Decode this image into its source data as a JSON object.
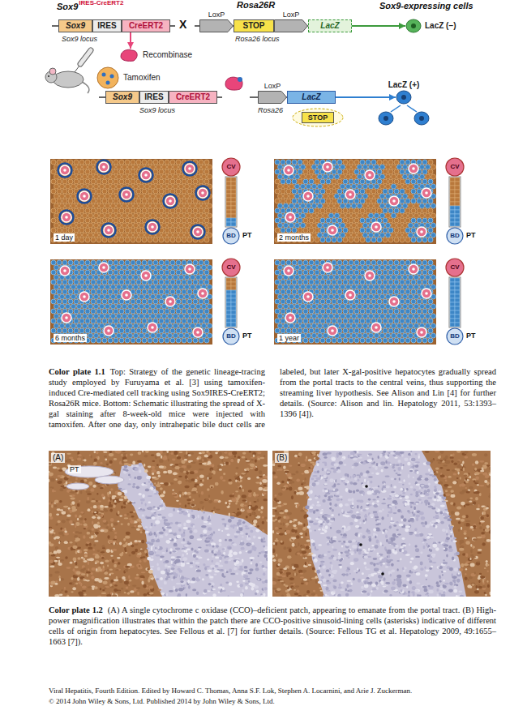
{
  "diagram": {
    "nodes": [
      {
        "text": [
          "Sox9"
        ]
      },
      {
        "text": [
          "IRES"
        ]
      },
      {
        "text": [
          "CreERT2"
        ]
      },
      {
        "text": [
          "LoxP"
        ]
      },
      {
        "text": [
          "STOP"
        ]
      },
      {
        "text": [
          "LoxP"
        ]
      },
      {
        "text": [
          "LacZ"
        ]
      },
      {
        "text": [
          "LacZ (−)"
        ]
      },
      {
        "text": [
          "Recombinase"
        ]
      },
      {
        "text": [
          "Tamoxifen"
        ]
      },
      {
        "text": [
          "Sox9"
        ]
      },
      {
        "text": [
          "IRES"
        ]
      },
      {
        "text": [
          "CreERT2"
        ]
      },
      {
        "text": [
          "LoxP"
        ]
      },
      {
        "text": [
          "LacZ"
        ]
      },
      {
        "text": [
          "STOP"
        ]
      },
      {
        "text": [
          "LacZ (+)"
        ]
      },
      {
        "text": [
          "1 day"
        ]
      },
      {
        "text": [
          "CV"
        ]
      },
      {
        "text": [
          "BD"
        ]
      },
      {
        "text": [
          "2 months"
        ]
      },
      {
        "text": [
          "CV"
        ]
      },
      {
        "text": [
          "BD"
        ]
      },
      {
        "text": [
          "6 months"
        ]
      },
      {
        "text": [
          "CV"
        ]
      },
      {
        "text": [
          "BD"
        ]
      },
      {
        "text": [
          "1 year"
        ]
      },
      {
        "text": [
          "CV"
        ]
      },
      {
        "text": [
          "BD"
        ]
      }
    ],
    "edges": [
      {
        "from": 2,
        "to": 8,
        "arrow": "to"
      },
      {
        "from": 6,
        "to": 7,
        "arrow": "to"
      },
      {
        "from": 14,
        "to": 16,
        "arrow": "to"
      }
    ],
    "labels": [
      "Sox9",
      "IRES-CreERT2",
      "X",
      "Rosa26R",
      "Sox9-expressing cells",
      "Sox9 locus",
      "Rosa26 locus",
      "Sox9 locus",
      "Rosa26",
      "PT",
      "PT",
      "PT",
      "PT",
      "Color plate 1.1",
      "Top: Strategy of the genetic lineage-tracing study employed by Furuyama et al. [3] using tamoxifen-induced Cre-mediated cell tracking using Sox9IRES-CreERT2; Rosa26R mice. Bottom: Schematic illustrating the spread of X-gal staining after 8-week-old mice were injected with tamoxifen. After one day, only intrahepatic bile duct cells are labeled, but later X-gal-positive hepatocytes gradually spread from the portal tracts to the central veins, thus supporting the streaming liver hypothesis. See Alison and Lin [4] for further details. (Source: Alison and lin. Hepatology 2011, 53:1393–1396 [4]).",
      "(A)",
      "PT",
      "(B)",
      "Color plate 1.2",
      "(A) A single cytochrome c oxidase (CCO)–deficient patch, appearing to emanate from the portal tract. (B) High-power magnification illustrates that within the patch there are CCO-positive sinusoid-lining cells (asterisks) indicative of different cells of origin from hepatocytes. See Fellous et al. [7] for further details. (Source: Fellous TG et al. Hepatology 2009, 49:1655–1663 [7]).",
      "Viral Hepatitis, Fourth Edition. Edited by Howard C. Thomas, Anna S.F. Lok, Stephen A. Locarnini, and Arie J. Zuckerman.",
      "© 2014 John Wiley & Sons, Ltd. Published 2014 by John Wiley & Sons, Ltd."
    ]
  }
}
